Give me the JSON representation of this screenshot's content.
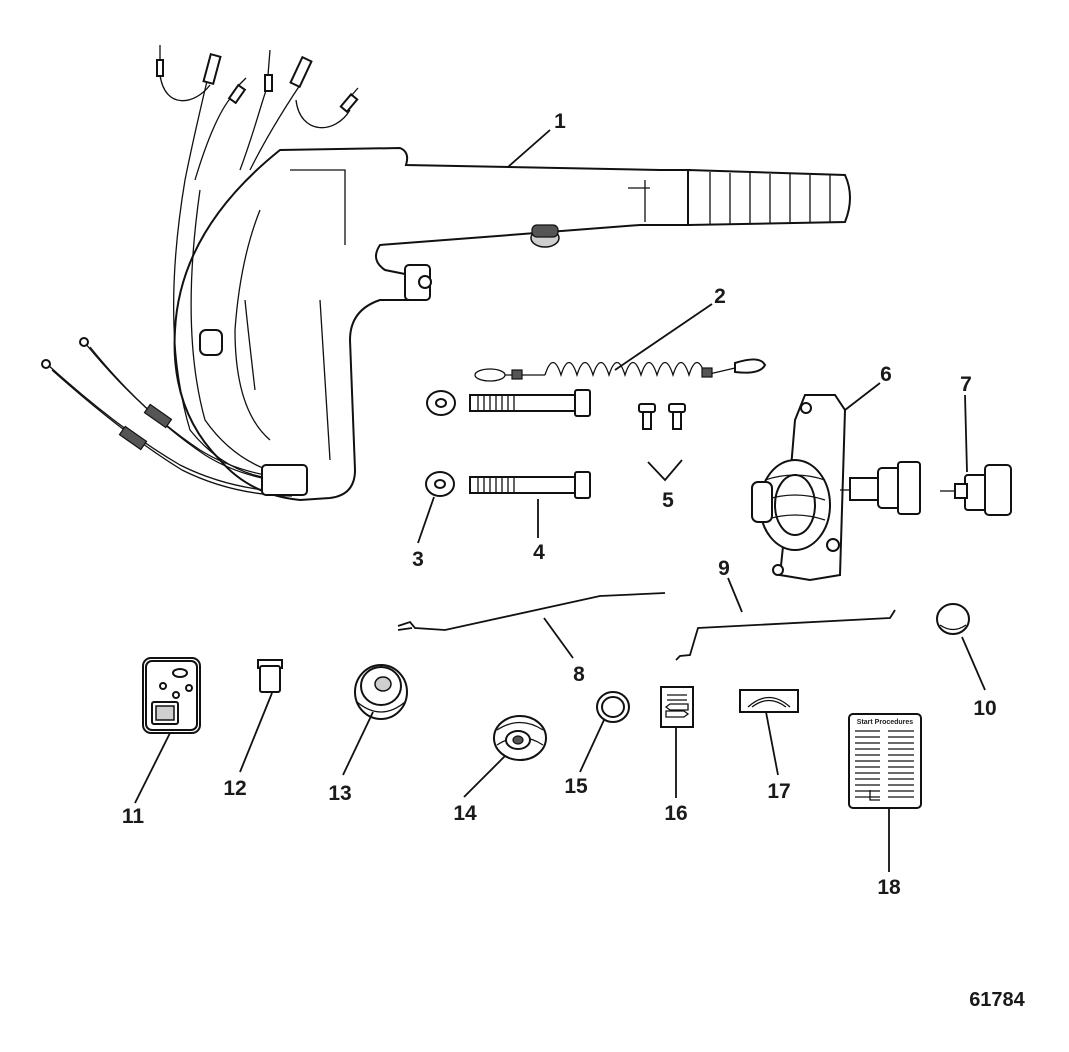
{
  "callouts": [
    {
      "id": "1",
      "label": "1"
    },
    {
      "id": "2",
      "label": "2"
    },
    {
      "id": "3",
      "label": "3"
    },
    {
      "id": "4",
      "label": "4"
    },
    {
      "id": "5",
      "label": "5"
    },
    {
      "id": "6",
      "label": "6"
    },
    {
      "id": "7",
      "label": "7"
    },
    {
      "id": "8",
      "label": "8"
    },
    {
      "id": "9",
      "label": "9"
    },
    {
      "id": "10",
      "label": "10"
    },
    {
      "id": "11",
      "label": "11"
    },
    {
      "id": "12",
      "label": "12"
    },
    {
      "id": "13",
      "label": "13"
    },
    {
      "id": "14",
      "label": "14"
    },
    {
      "id": "15",
      "label": "15"
    },
    {
      "id": "16",
      "label": "16"
    },
    {
      "id": "17",
      "label": "17"
    },
    {
      "id": "18",
      "label": "18"
    }
  ],
  "figure_id": "61784",
  "decals": {
    "start_card_title": "Start Procedures"
  },
  "colors": {
    "line": "#111111",
    "background": "#ffffff"
  }
}
